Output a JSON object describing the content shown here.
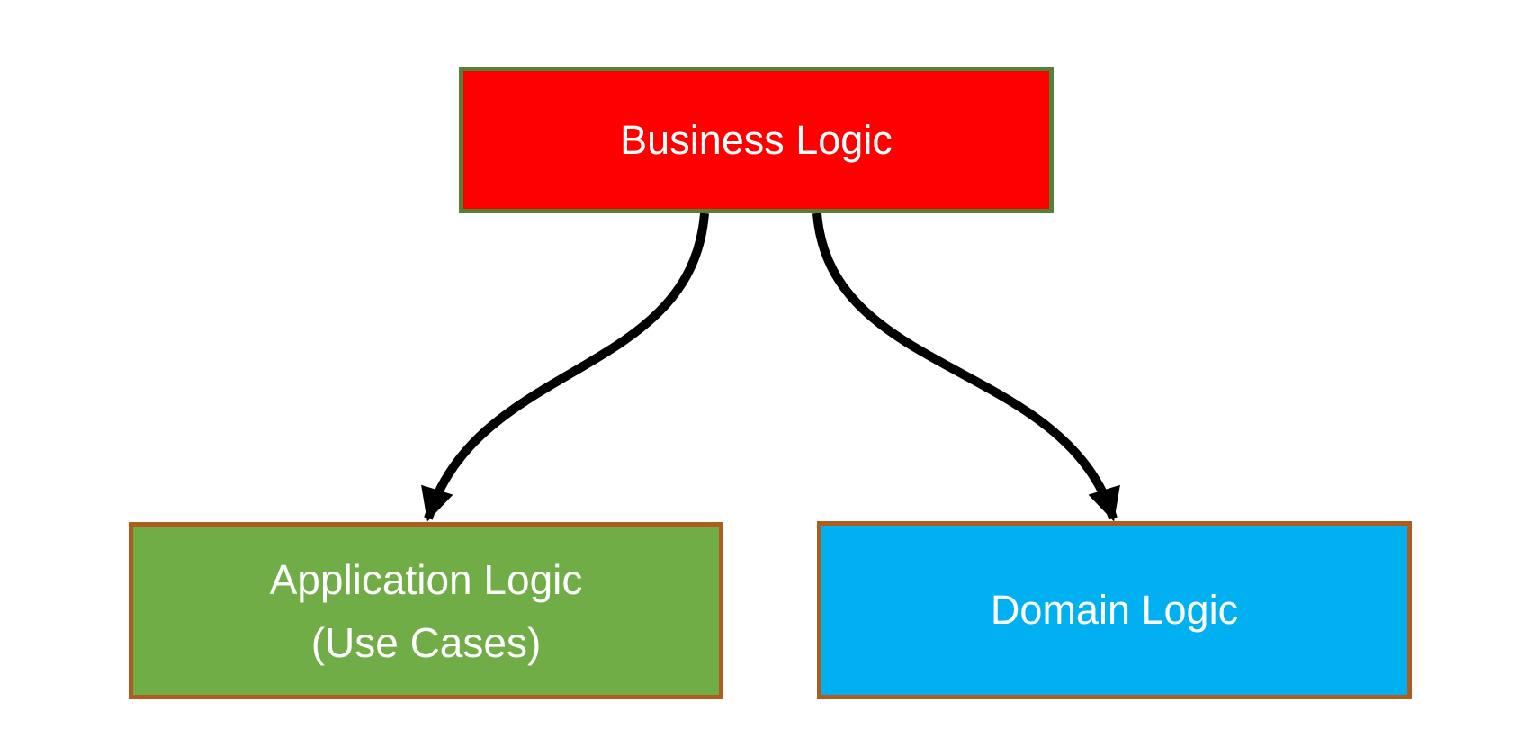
{
  "diagram": {
    "type": "flowchart",
    "background_color": "#ffffff",
    "arrow_color": "#000000",
    "nodes": {
      "business": {
        "label": "Business Logic",
        "fill": "#ff0000",
        "border_color": "#538135",
        "text_color": "#ffffff"
      },
      "application": {
        "label": "Application Logic",
        "sublabel": "(Use Cases)",
        "fill": "#70ad47",
        "border_color": "#b05c1e",
        "text_color": "#ffffff"
      },
      "domain": {
        "label": "Domain Logic",
        "fill": "#00b0f0",
        "border_color": "#b05c1e",
        "text_color": "#ffffff"
      }
    },
    "edges": [
      {
        "from": "business",
        "to": "application",
        "style": "curved-connector-arrow"
      },
      {
        "from": "business",
        "to": "domain",
        "style": "curved-connector-arrow"
      }
    ]
  }
}
